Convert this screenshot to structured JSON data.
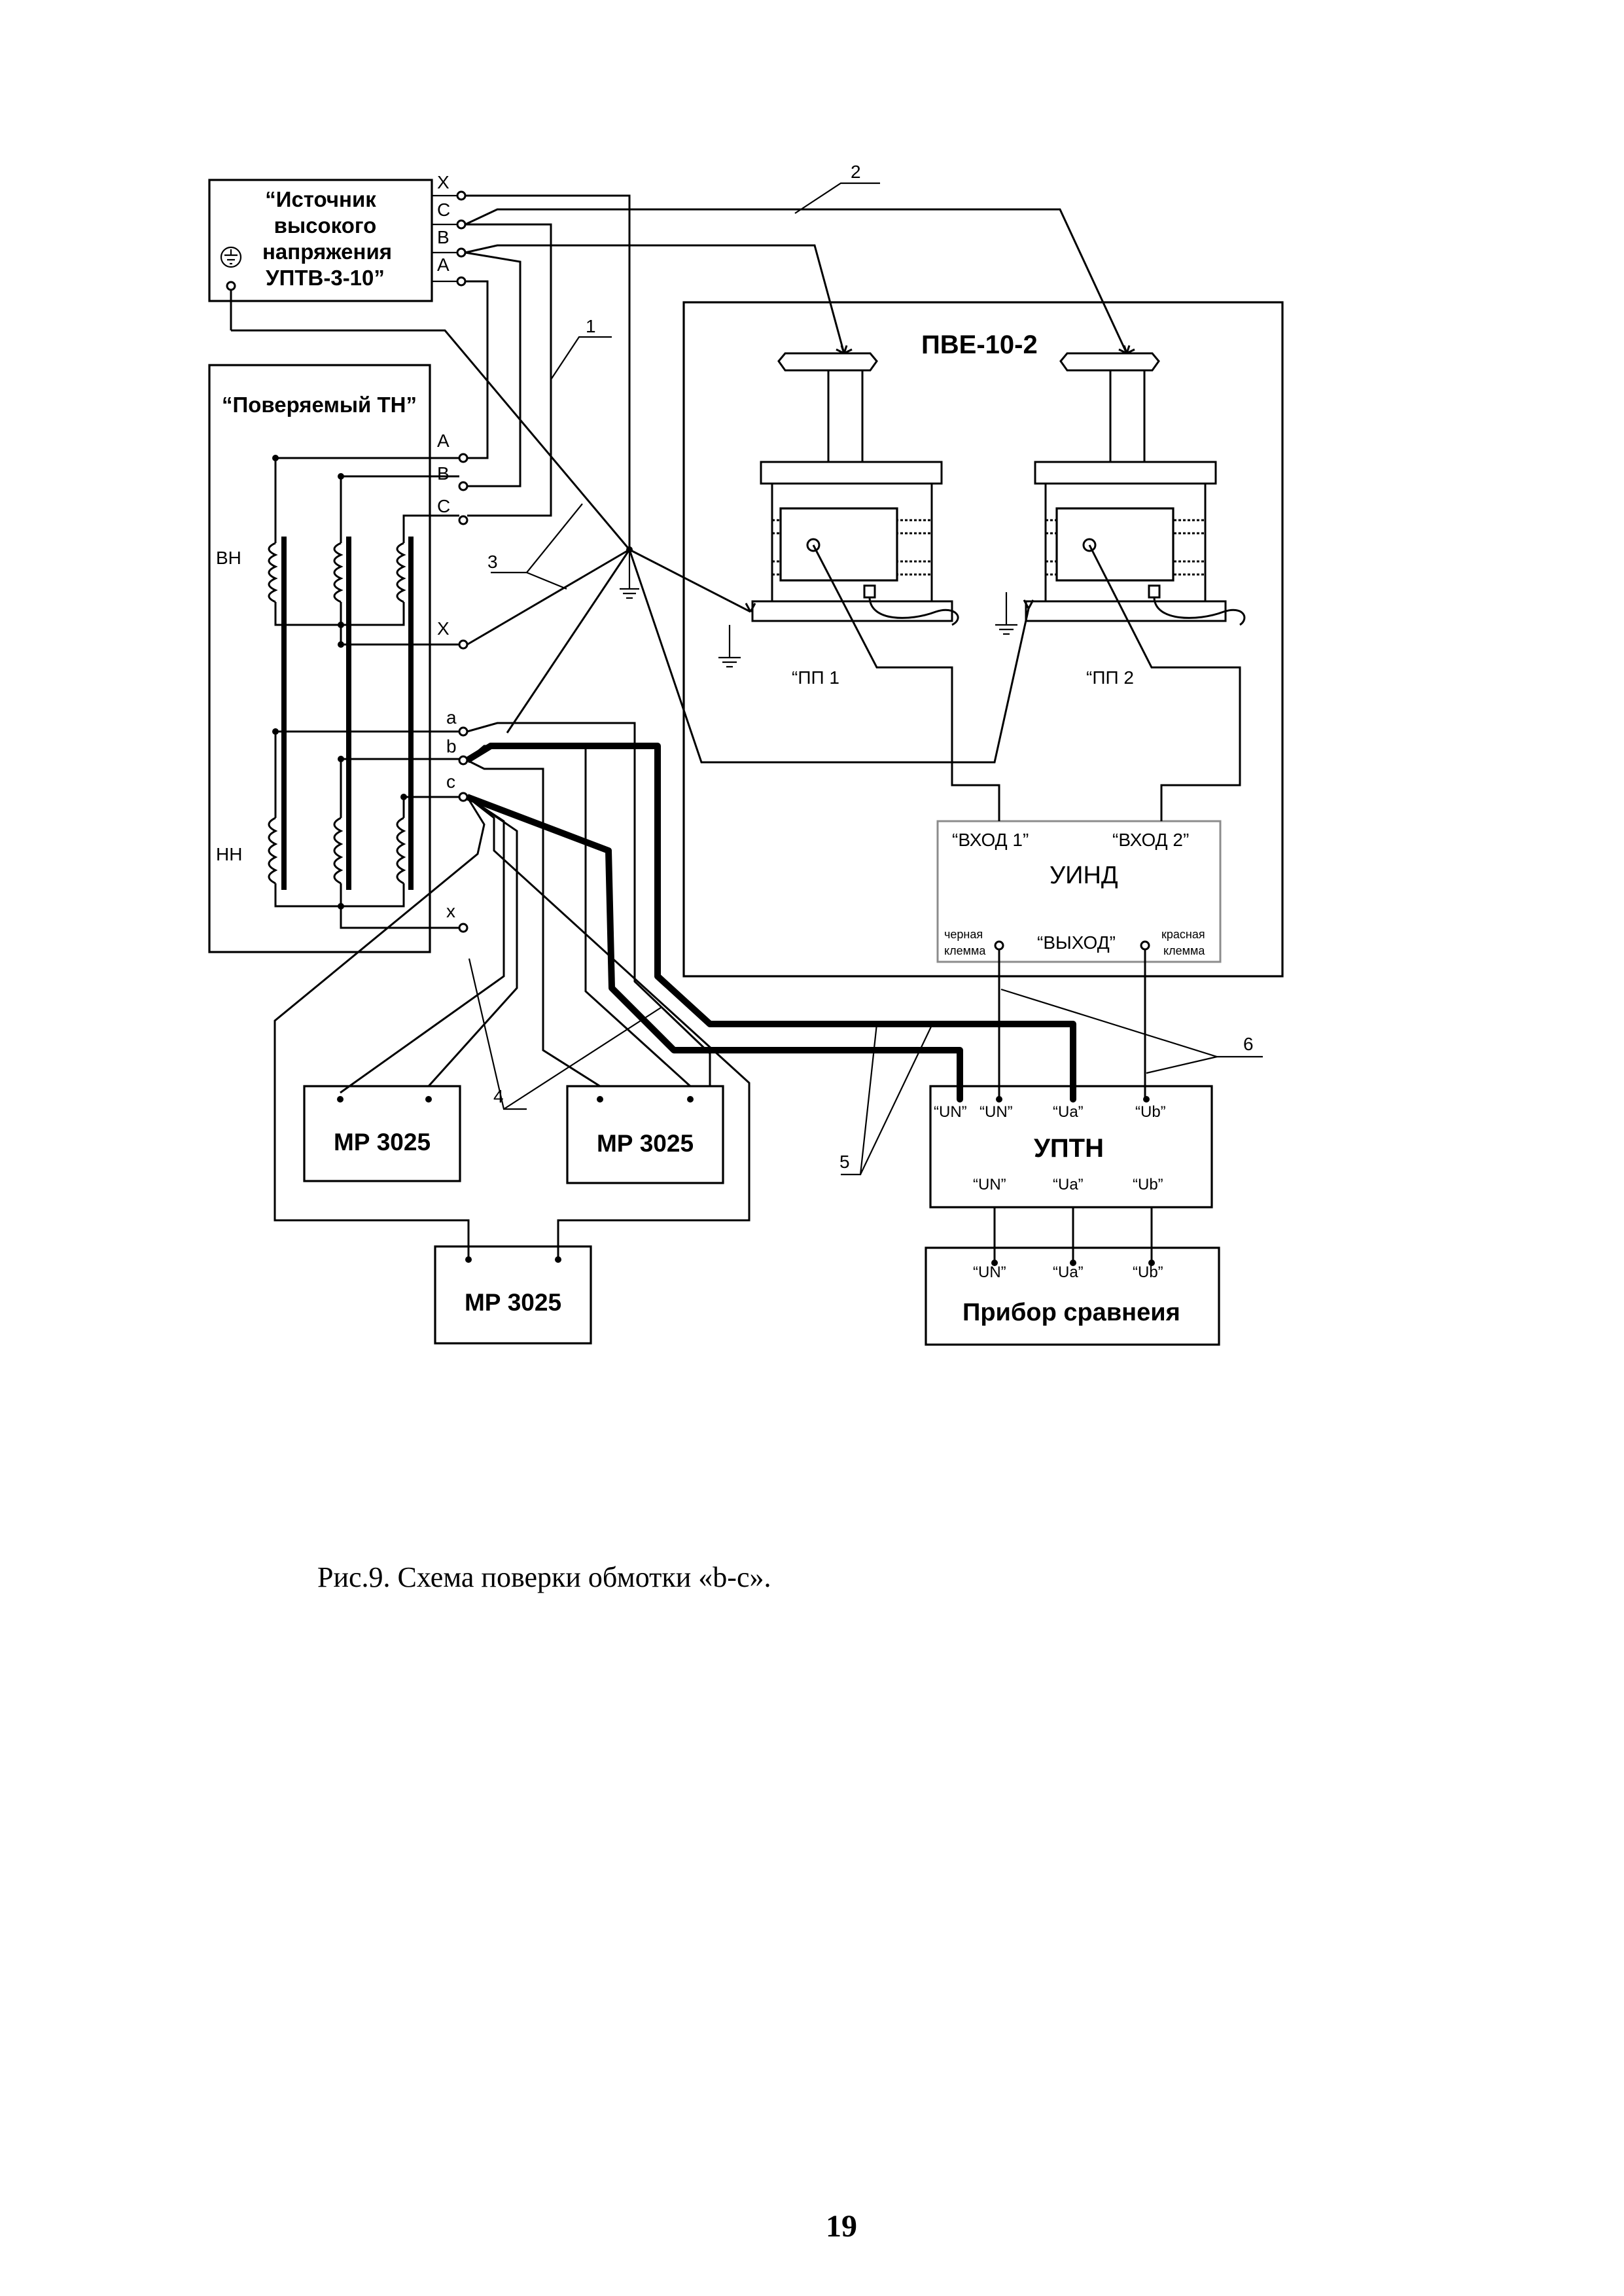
{
  "source": {
    "title_lines": [
      "“Источник",
      "высокого",
      "напряжения",
      "УПТВ-3-10”"
    ],
    "terminals": [
      "X",
      "C",
      "B",
      "A"
    ],
    "ground_icon": "ground-symbol-icon"
  },
  "tn": {
    "title": "“Поверяемый ТН”",
    "hv_label": "ВН",
    "lv_label": "НН",
    "hv_terminals": [
      "A",
      "B",
      "C",
      "X"
    ],
    "lv_terminals": [
      "a",
      "b",
      "c",
      "x"
    ]
  },
  "pve": {
    "title": "ПВЕ-10-2",
    "pp1": "“ПП 1",
    "pp2": "“ПП 2"
  },
  "uind": {
    "title": "УИНД",
    "input1": "“ВХОД 1”",
    "input2": "“ВХОД 2”",
    "output": "“ВЫХОД”",
    "black_lines": [
      "черная",
      "клемма"
    ],
    "red_lines": [
      "красная",
      "клемма"
    ]
  },
  "uptn": {
    "title": "УПТН",
    "top_terminals": [
      "“UN”",
      "“UN”",
      "“Ua”",
      "“Ub”"
    ],
    "bottom_terminals": [
      "“UN”",
      "“Ua”",
      "“Ub”"
    ]
  },
  "comparator": {
    "title": "Прибор сравнеия",
    "terminals": [
      "“UN”",
      "“Ua”",
      "“Ub”"
    ]
  },
  "mp_label": "МР 3025",
  "callouts": [
    "1",
    "2",
    "3",
    "4",
    "5",
    "6"
  ],
  "caption": "Рис.9. Схема поверки обмотки «b-c».",
  "page_number": "19"
}
